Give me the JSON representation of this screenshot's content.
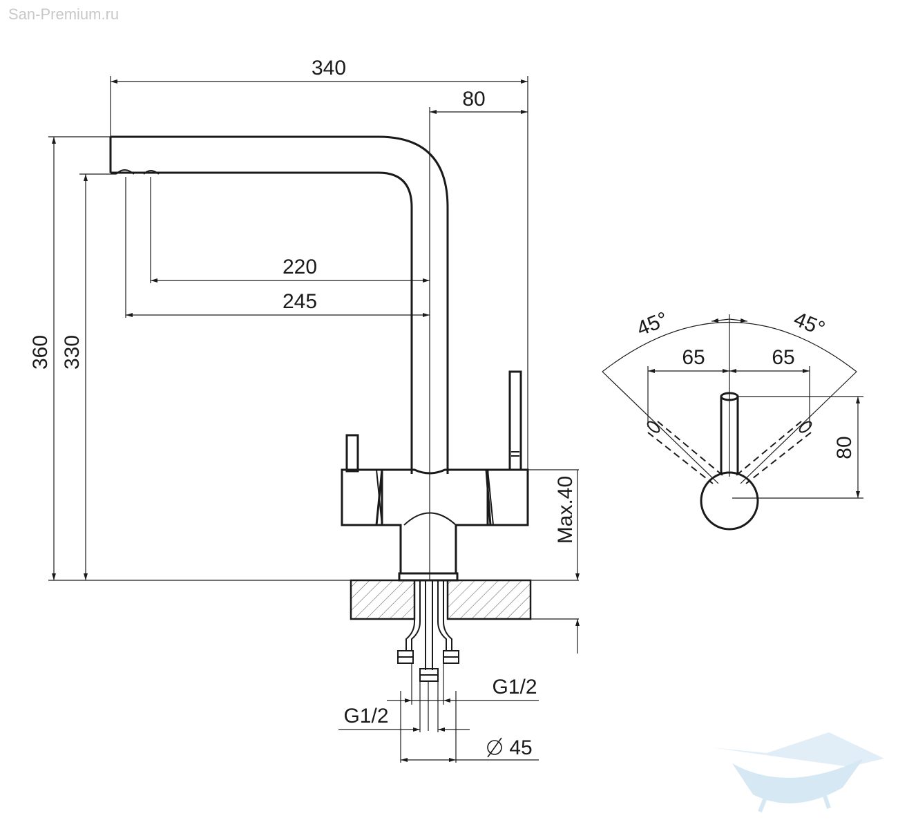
{
  "watermark": "San-Premium.ru",
  "dimensions": {
    "total_width": "340",
    "base_offset": "80",
    "reach_1": "220",
    "reach_2": "245",
    "total_height": "360",
    "spout_height": "330",
    "max_countertop": "Max.40",
    "thread_1": "G1/2",
    "thread_2": "G1/2",
    "diameter": "45",
    "angle_left": "45°",
    "angle_right": "45°",
    "handle_offset_left": "65",
    "handle_offset_right": "65",
    "handle_height": "80"
  },
  "colors": {
    "line": "#1a1a1a",
    "watermark": "#c8c8c8",
    "logo": "#cfe4f2"
  },
  "icons": {
    "diameter_symbol": "diameter-icon",
    "logo": "bathtub-logo"
  }
}
